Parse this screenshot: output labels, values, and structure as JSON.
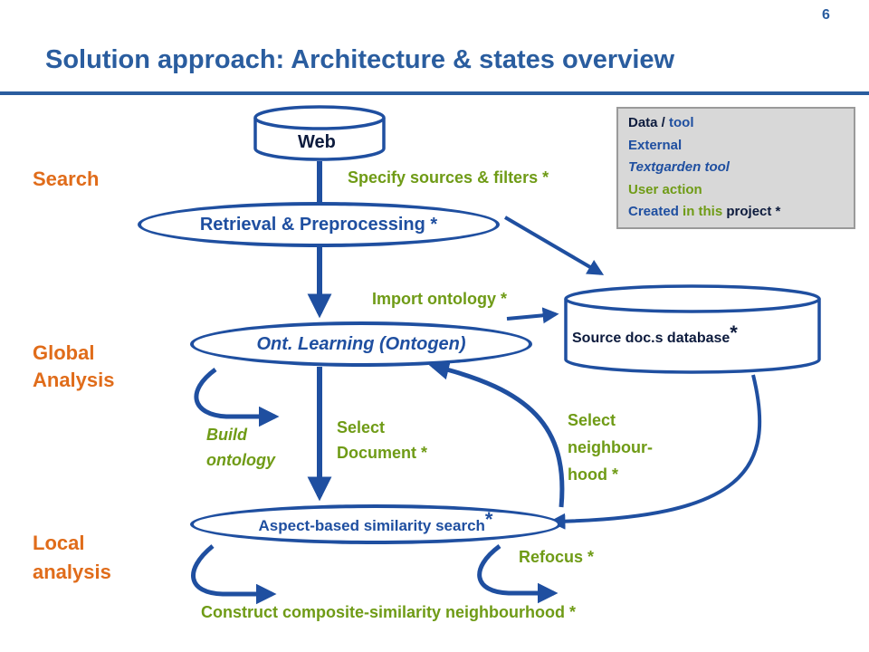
{
  "slide": {
    "page_number": "6",
    "title": "Solution approach: Architecture & states overview"
  },
  "stages": {
    "search": "Search",
    "global_line1": "Global",
    "global_line2": "Analysis",
    "local_line1": "Local",
    "local_line2": "analysis"
  },
  "nodes": {
    "web": "Web",
    "retrieval": "Retrieval & Preprocessing *",
    "ont_learning": "Ont. Learning (Ontogen)",
    "aspect_search": "Aspect-based similarity search",
    "aspect_star": "*",
    "source_db": "Source doc.s database",
    "source_db_star": "*"
  },
  "edge_labels": {
    "specify_sources": "Specify sources & filters *",
    "import_ontology": "Import ontology *",
    "build_line1": "Build",
    "build_line2": "ontology",
    "select_doc_line1": "Select",
    "select_doc_line2": "Document *",
    "select_nb_line1": "Select",
    "select_nb_line2": "neighbour-",
    "select_nb_line3": "hood *",
    "refocus": "Refocus *",
    "construct": "Construct composite-similarity neighbourhood *"
  },
  "legend": {
    "row1_a": "Data / ",
    "row1_b": "tool",
    "row2": "External",
    "row3": "Textgarden tool",
    "row4": "User action",
    "row5_a": "Created ",
    "row5_b": "in this ",
    "row5_c": "project *"
  },
  "colors": {
    "title_blue": "#2a5d9f",
    "stage_orange": "#e06c1a",
    "tool_blue": "#1f4fa0",
    "action_green": "#6f9b16",
    "legend_bg": "#d8d8d8"
  }
}
